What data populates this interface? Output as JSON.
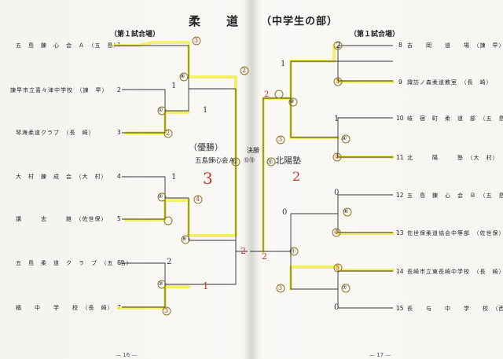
{
  "title": {
    "sport": "柔　　道",
    "division": "（中学生の部）"
  },
  "left": {
    "venue": "（第１試合場）",
    "entries": [
      {
        "name": "五　島　錬　心　会　Ａ　（五　島）",
        "no": "1"
      },
      {
        "name": "諫早市立喜々津中学校　（諫　早）",
        "no": "2"
      },
      {
        "name": "琴海柔道クラブ　（長　崎）",
        "no": "3"
      },
      {
        "name": "大　村　錬　成　会　（大　村）",
        "no": "4"
      },
      {
        "name": "講　　　志　　　館　（佐世保）",
        "no": "5"
      },
      {
        "name": "五　島　柔　道　ク　ラ　ブ　（五　島）",
        "no": "6"
      },
      {
        "name": "橘　　中　　学　　校　（長　崎）",
        "no": "7"
      }
    ],
    "page_no": "— 16 —"
  },
  "right": {
    "venue": "（第１試合場）",
    "entries": [
      {
        "no": "8",
        "name": "吉　　岡　　道　　場　（諫　早）"
      },
      {
        "no": "9",
        "name": "諏訪ノ森柔道教室　（長　崎）"
      },
      {
        "no": "10",
        "name": "岐　宿　町　柔　道　部　（五　島）"
      },
      {
        "no": "11",
        "name": "北　　　陽　　　塾　（大　村）"
      },
      {
        "no": "12",
        "name": "五　島　錬　心　会　Ｂ　（五　島）"
      },
      {
        "no": "13",
        "name": "佐世保柔道協会中等部　（佐世保）"
      },
      {
        "no": "14",
        "name": "長崎市立東長崎中学校　（長　崎）"
      },
      {
        "no": "15",
        "name": "長　　与　　中　　学　　校　（西彼杵）"
      }
    ],
    "page_no": "— 17 —"
  },
  "final": {
    "label": "決勝",
    "match_nos": "⑫⑬"
  },
  "match_numbers": {
    "left": [
      "①",
      "②",
      "③",
      "⑤",
      "⑧",
      "⑨",
      "⑫"
    ],
    "right": [
      "④",
      "⑥",
      "⑦",
      "⑩",
      "⑪",
      "⑬"
    ]
  },
  "handwritten": {
    "winner_caption": "（優勝）",
    "winner_name": "五島錬心会Ａ",
    "winner_score": "3",
    "runnerup_name": "北陽塾",
    "runnerup_score": "2",
    "circled_scores": [
      "3",
      "2",
      "2",
      "4",
      "3",
      "3",
      "3",
      "4",
      "2",
      "3",
      "4",
      "5"
    ],
    "plain_scores": [
      "1",
      "1",
      "1",
      "2",
      "2",
      "1",
      "1",
      "1",
      "0",
      "0",
      "0",
      "2",
      "2"
    ]
  },
  "colors": {
    "highlight": "#f2ee55",
    "ink_red": "#c0392b",
    "line": "#333333"
  }
}
